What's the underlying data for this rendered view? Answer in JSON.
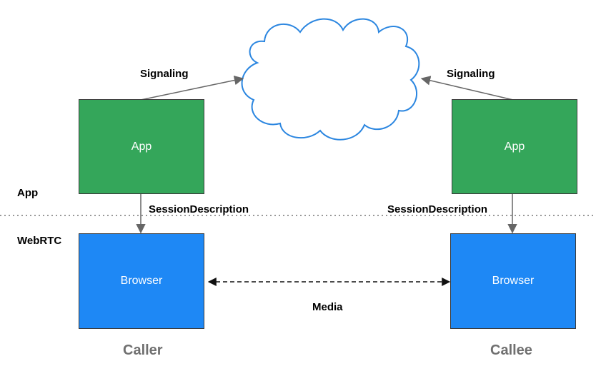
{
  "colors": {
    "app_box": "#34A65A",
    "browser_box": "#1E88F5",
    "cloud_stroke": "#2B86E0",
    "arrow": "#666666",
    "layer_divider": "#777777",
    "footer_label": "#707070"
  },
  "layers": {
    "app_label": "App",
    "webrtc_label": "WebRTC"
  },
  "caller": {
    "app_box_label": "App",
    "browser_box_label": "Browser",
    "signaling_label": "Signaling",
    "session_description_label": "SessionDescription",
    "footer": "Caller"
  },
  "callee": {
    "app_box_label": "App",
    "browser_box_label": "Browser",
    "signaling_label": "Signaling",
    "session_description_label": "SessionDescription",
    "footer": "Callee"
  },
  "media_label": "Media",
  "cloud_icon": "signaling-cloud-icon"
}
